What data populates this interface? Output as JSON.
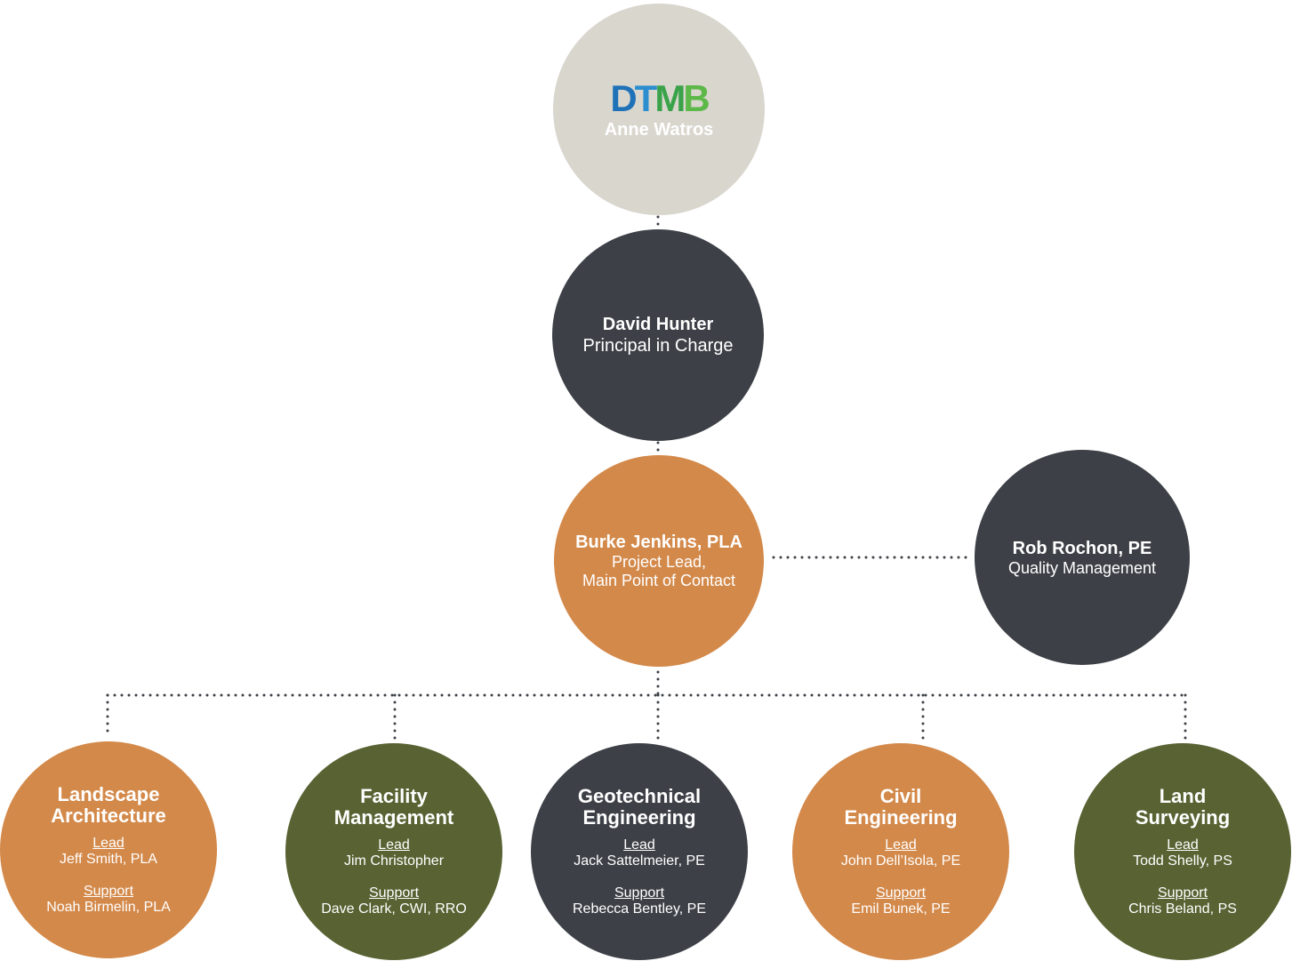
{
  "colors": {
    "gray_light": "#d9d6ce",
    "charcoal": "#3d4147",
    "orange": "#d3894a",
    "olive": "#586232",
    "dots": "#3d4147"
  },
  "top": {
    "logo_text": "DTMB",
    "name": "Anne Watros"
  },
  "principal": {
    "name": "David Hunter",
    "role": "Principal in Charge"
  },
  "project_lead": {
    "name": "Burke Jenkins, PLA",
    "role_line1": "Project Lead,",
    "role_line2": "Main Point of Contact"
  },
  "quality": {
    "name": "Rob Rochon, PE",
    "role": "Quality Management"
  },
  "departments": [
    {
      "title_line1": "Landscape",
      "title_line2": "Architecture",
      "lead_label": "Lead",
      "lead": "Jeff Smith, PLA",
      "support_label": "Support",
      "support": "Noah Birmelin, PLA"
    },
    {
      "title_line1": "Facility",
      "title_line2": "Management",
      "lead_label": "Lead",
      "lead": "Jim Christopher",
      "support_label": "Support",
      "support": "Dave Clark, CWI, RRO"
    },
    {
      "title_line1": "Geotechnical",
      "title_line2": "Engineering",
      "lead_label": "Lead",
      "lead": "Jack Sattelmeier, PE",
      "support_label": "Support",
      "support": "Rebecca Bentley, PE"
    },
    {
      "title_line1": "Civil",
      "title_line2": "Engineering",
      "lead_label": "Lead",
      "lead": "John Dell’Isola, PE",
      "support_label": "Support",
      "support": "Emil Bunek, PE"
    },
    {
      "title_line1": "Land",
      "title_line2": "Surveying",
      "lead_label": "Lead",
      "lead": "Todd Shelly, PS",
      "support_label": "Support",
      "support": "Chris Beland, PS"
    }
  ]
}
